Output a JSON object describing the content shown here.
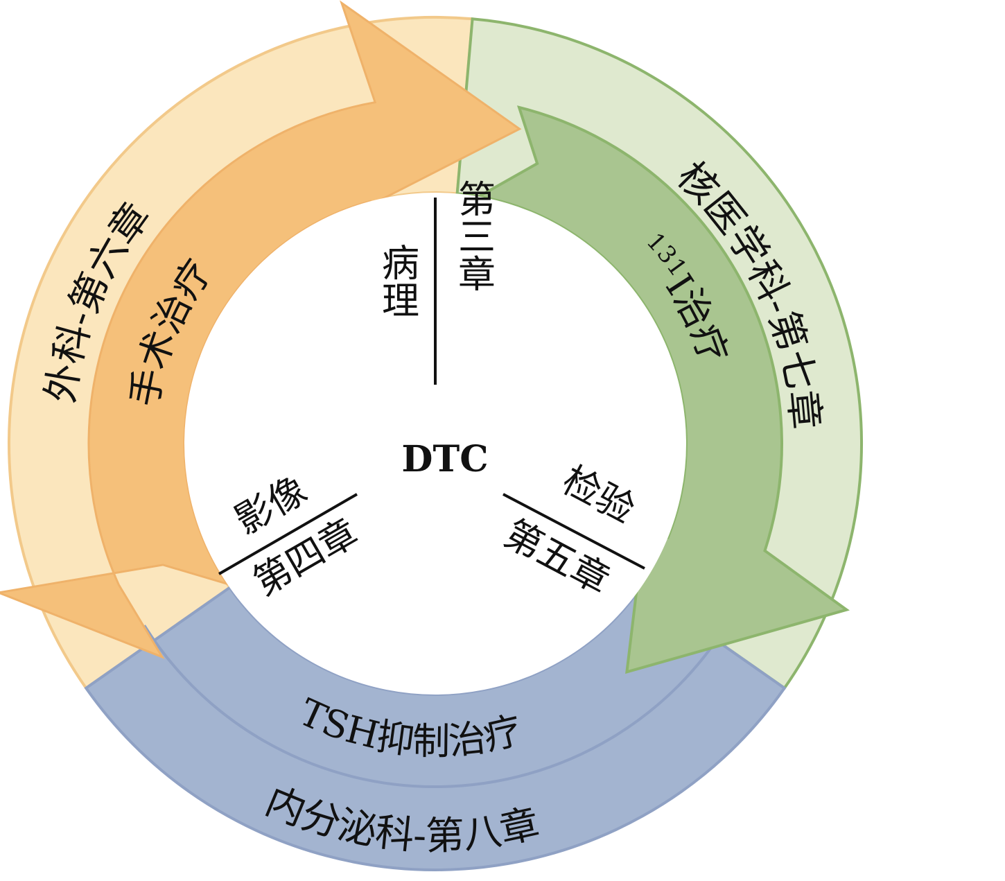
{
  "center": {
    "label": "DTC"
  },
  "sections": {
    "pathology": {
      "name": "病理",
      "chapter": "第三章"
    },
    "imaging": {
      "name": "影像",
      "chapter": "第四章"
    },
    "lab": {
      "name": "检验",
      "chapter": "第五章"
    }
  },
  "ring": {
    "surgery": {
      "department": "外科-第六章",
      "treatment": "手术治疗",
      "color": "#F5C07A",
      "light": "#FBE6BD"
    },
    "nuclear": {
      "department": "核医学科-第七章",
      "treatment_sup": "131",
      "treatment_main": "I治疗",
      "color": "#A9C590",
      "light": "#DFE9CF"
    },
    "endocrine": {
      "department": "内分泌科-第八章",
      "treatment": "TSH抑制治疗",
      "color": "#A3B4D0"
    }
  }
}
